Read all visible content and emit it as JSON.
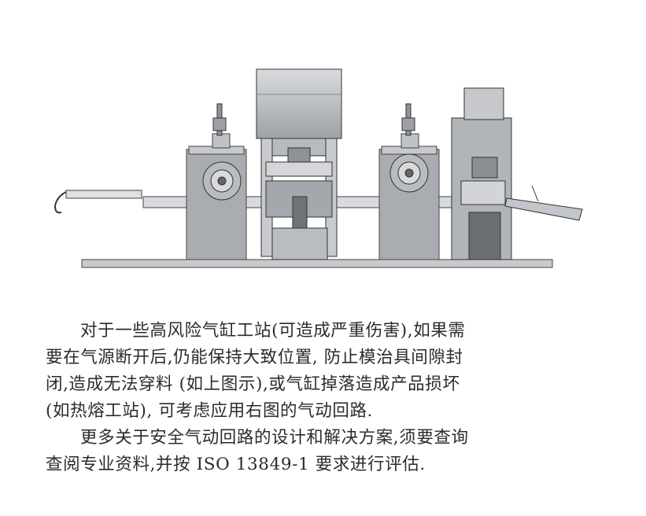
{
  "figure": {
    "icon": "pneumatic-press-machine-illustration"
  },
  "paragraphs": [
    {
      "lines": [
        "对于一些高风险气缸工站(可造成严重伤害),如果需",
        "要在气源断开后,仍能保持大致位置, 防止模治具间隙封",
        "闭,造成无法穿料 (如上图示),或气缸掉落造成产品损坏",
        "(如热熔工站), 可考虑应用右图的气动回路."
      ]
    },
    {
      "lines": [
        "更多关于安全气动回路的设计和解决方案,须要查询",
        "查阅专业资料,并按 ISO 13849-1 要求进行评估."
      ]
    }
  ]
}
